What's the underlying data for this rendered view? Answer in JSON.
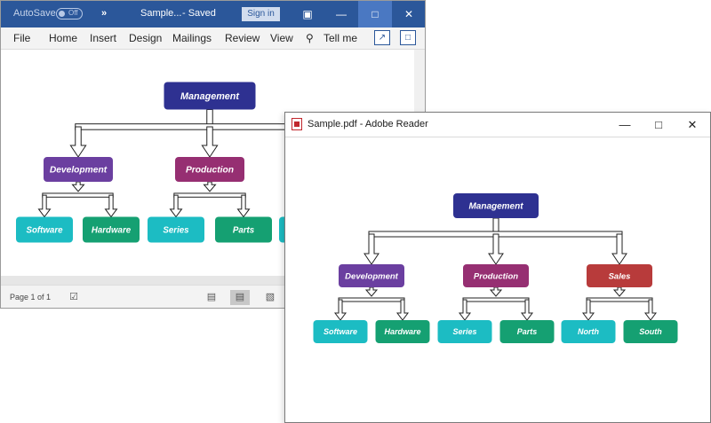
{
  "word": {
    "autosave_label": "AutoSave",
    "autosave_state": "Off",
    "more_glyph": "»",
    "doc_title": "Sample...",
    "saved_status": "-  Saved",
    "signin_label": "Sign in",
    "ribbon_tabs": [
      "File",
      "Home",
      "Insert",
      "Design",
      "Mailings",
      "Review",
      "View"
    ],
    "tell_me": "Tell me",
    "status_page": "Page 1 of 1"
  },
  "reader": {
    "window_title": "Sample.pdf - Adobe Reader"
  },
  "org_chart": {
    "root": {
      "label": "Management",
      "color": "#2e3191"
    },
    "groups": [
      {
        "label": "Development",
        "color": "#6b3fa0",
        "children": [
          {
            "label": "Software",
            "color": "#1cbcc3"
          },
          {
            "label": "Hardware",
            "color": "#15a072"
          }
        ]
      },
      {
        "label": "Production",
        "color": "#962f72",
        "children": [
          {
            "label": "Series",
            "color": "#1cbcc3"
          },
          {
            "label": "Parts",
            "color": "#15a072"
          }
        ]
      },
      {
        "label": "Sales",
        "color": "#b83b3b",
        "children": [
          {
            "label": "North",
            "color": "#1cbcc3"
          },
          {
            "label": "South",
            "color": "#15a072"
          }
        ]
      }
    ]
  }
}
